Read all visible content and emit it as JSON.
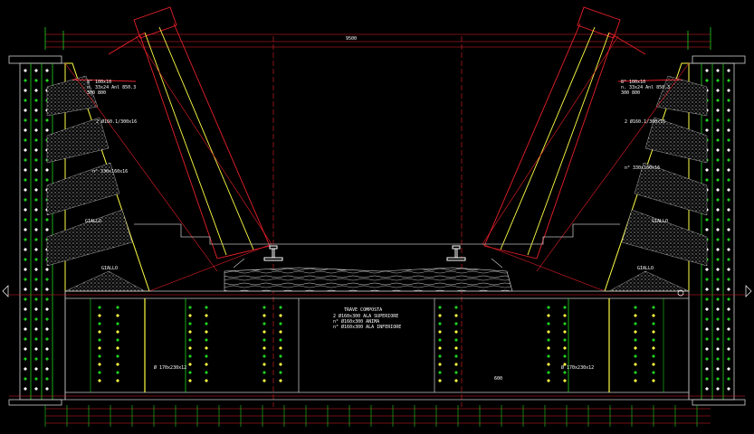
{
  "colors": {
    "background": "#000000",
    "red": "#e8202a",
    "green": "#1fd11f",
    "yellow": "#ffff44",
    "white": "#ffffff",
    "gray": "#bbbbbb"
  },
  "labels": {
    "top_dim": "9500",
    "left_spec_1": "8\" 100x10",
    "left_spec_2": "n. 33x24 Anl 850.3",
    "left_spec_3": "300 800",
    "right_spec_1": "8\" 100x10",
    "right_spec_2": "n. 33x24 Anl 850.3",
    "right_spec_3": "300 800",
    "left_bar_1": "2 Ø160.1/300x16",
    "right_bar_1": "2 Ø160.1/300x16",
    "left_bar_2": "n° 330x160x16",
    "right_bar_2": "n° 330x160x16",
    "left_giallo_1": "GIALLO",
    "left_giallo_2": "GIALLO",
    "right_giallo_1": "GIALLO",
    "right_giallo_2": "GIALLO",
    "center_note_title": "TRAVE COMPOSTA",
    "center_note_1": "2 Ø160x300 ALA SUPERIORE",
    "center_note_2": "n° Ø160x300 ANIMA",
    "center_note_3": "n° Ø160x300 ALA INFERIORE",
    "left_plate": "Ø 170x230x12",
    "right_plate": "Ø 170x230x12",
    "bottom_mark": "600"
  }
}
